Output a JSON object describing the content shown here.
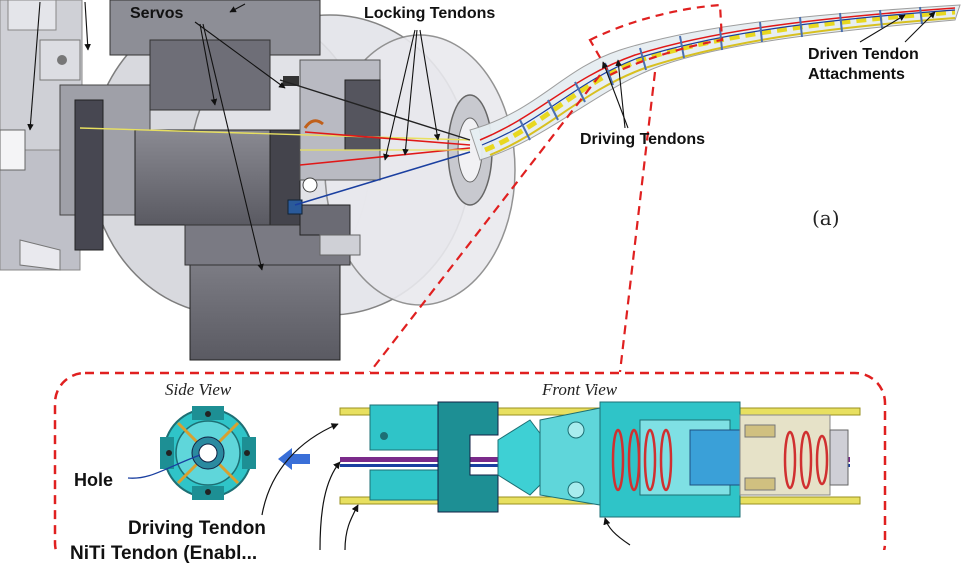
{
  "labels": {
    "servos": "Servos",
    "locking_tendons": "Locking Tendons",
    "driving_tendons": "Driving Tendons",
    "driven_tendon_attachments_line1": "Driven Tendon",
    "driven_tendon_attachments_line2": "Attachments",
    "panel_a": "(a)",
    "side_view": "Side View",
    "front_view": "Front View",
    "hole": "Hole",
    "driving_tendon": "Driving Tendon",
    "partial_bottom_label": "NiTi Tendon (Enabl..."
  },
  "colors": {
    "callout_dashed": "#e02020",
    "tendon_red": "#e01818",
    "tendon_blue": "#1a3fa0",
    "tendon_yellow": "#e8e060",
    "cyan_body": "#2fc4c8",
    "cyan_dark": "#1d8f94",
    "spring": "#d03030",
    "arrow_blue": "#3a6fd8",
    "gray_light": "#d8d8dc",
    "gray_mid": "#a8a8b0",
    "gray_dark": "#6e6e76"
  }
}
